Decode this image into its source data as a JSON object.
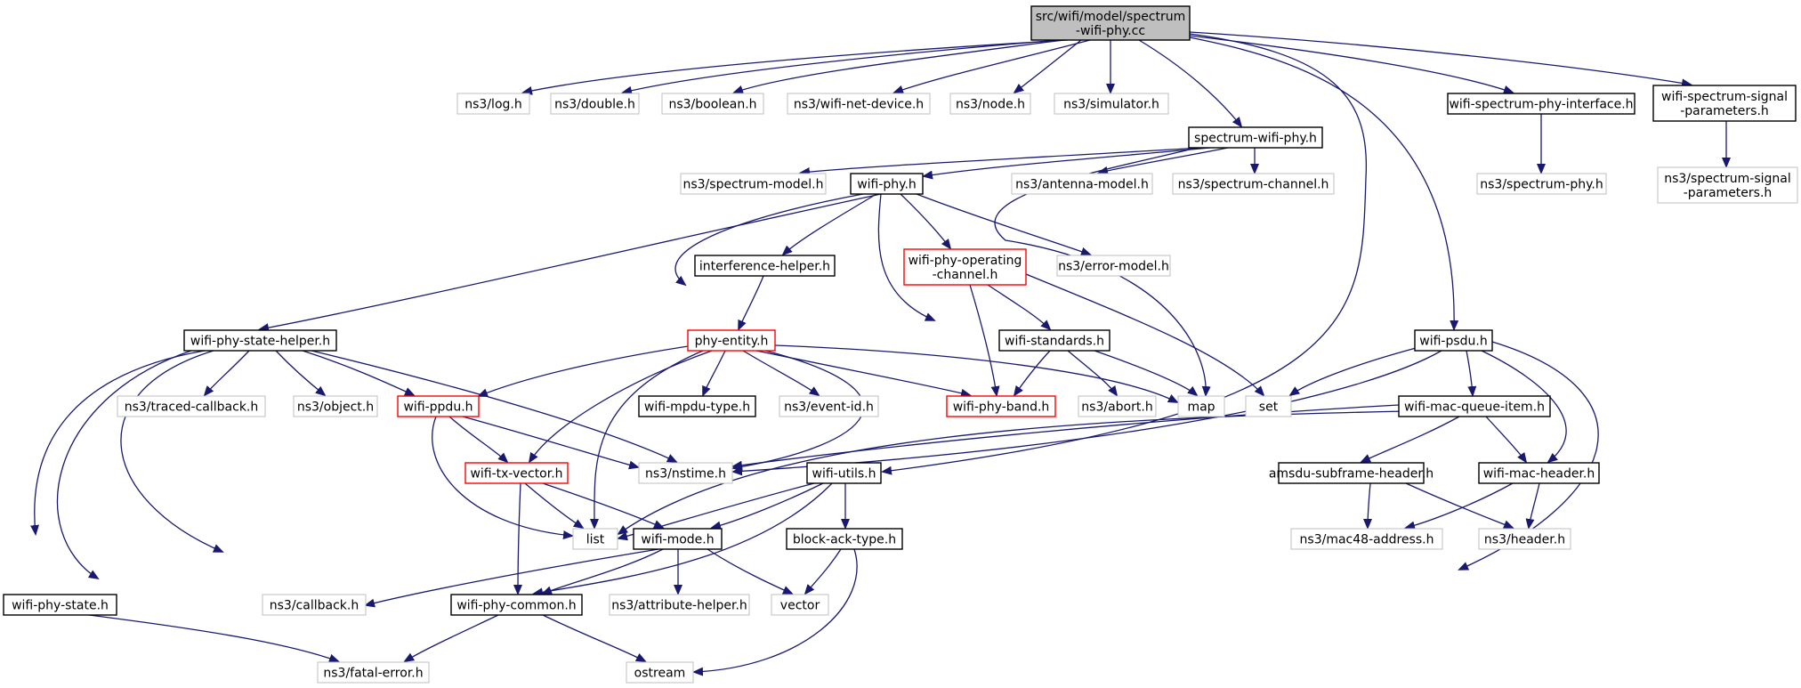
{
  "diagram": {
    "colors": {
      "edge": "#191970",
      "border_normal": "#000000",
      "border_external": "#bfbfbf",
      "border_truncated": "#ff0000",
      "root_fill": "#bfbfbf",
      "fill": "#ffffff"
    },
    "nodes": [
      {
        "id": "root",
        "label": "src/wifi/model/spectrum\n-wifi-phy.cc",
        "style": "root"
      },
      {
        "id": "log",
        "label": "ns3/log.h",
        "style": "external"
      },
      {
        "id": "double",
        "label": "ns3/double.h",
        "style": "external"
      },
      {
        "id": "boolean",
        "label": "ns3/boolean.h",
        "style": "external"
      },
      {
        "id": "netdev",
        "label": "ns3/wifi-net-device.h",
        "style": "external"
      },
      {
        "id": "node",
        "label": "ns3/node.h",
        "style": "external"
      },
      {
        "id": "simulator",
        "label": "ns3/simulator.h",
        "style": "external"
      },
      {
        "id": "swp",
        "label": "spectrum-wifi-phy.h",
        "style": "normal"
      },
      {
        "id": "wspi",
        "label": "wifi-spectrum-phy-interface.h",
        "style": "normal"
      },
      {
        "id": "wssp",
        "label": "wifi-spectrum-signal\n-parameters.h",
        "style": "normal"
      },
      {
        "id": "specmodel",
        "label": "ns3/spectrum-model.h",
        "style": "external"
      },
      {
        "id": "wifiphy",
        "label": "wifi-phy.h",
        "style": "normal"
      },
      {
        "id": "antenna",
        "label": "ns3/antenna-model.h",
        "style": "external"
      },
      {
        "id": "specchan",
        "label": "ns3/spectrum-channel.h",
        "style": "external"
      },
      {
        "id": "specphy",
        "label": "ns3/spectrum-phy.h",
        "style": "external"
      },
      {
        "id": "nsssp",
        "label": "ns3/spectrum-signal\n-parameters.h",
        "style": "external"
      },
      {
        "id": "interf",
        "label": "interference-helper.h",
        "style": "normal"
      },
      {
        "id": "opchan",
        "label": "wifi-phy-operating\n-channel.h",
        "style": "truncated"
      },
      {
        "id": "errmodel",
        "label": "ns3/error-model.h",
        "style": "external"
      },
      {
        "id": "wpsh",
        "label": "wifi-phy-state-helper.h",
        "style": "normal"
      },
      {
        "id": "phyent",
        "label": "phy-entity.h",
        "style": "truncated"
      },
      {
        "id": "standards",
        "label": "wifi-standards.h",
        "style": "normal"
      },
      {
        "id": "psdu",
        "label": "wifi-psdu.h",
        "style": "normal"
      },
      {
        "id": "tracedcb",
        "label": "ns3/traced-callback.h",
        "style": "external"
      },
      {
        "id": "object",
        "label": "ns3/object.h",
        "style": "external"
      },
      {
        "id": "ppdu",
        "label": "wifi-ppdu.h",
        "style": "truncated"
      },
      {
        "id": "mputype",
        "label": "wifi-mpdu-type.h",
        "style": "normal"
      },
      {
        "id": "eventid",
        "label": "ns3/event-id.h",
        "style": "external"
      },
      {
        "id": "phyband",
        "label": "wifi-phy-band.h",
        "style": "truncated"
      },
      {
        "id": "abort",
        "label": "ns3/abort.h",
        "style": "external"
      },
      {
        "id": "map",
        "label": "map",
        "style": "external"
      },
      {
        "id": "set",
        "label": "set",
        "style": "external"
      },
      {
        "id": "mqi",
        "label": "wifi-mac-queue-item.h",
        "style": "normal"
      },
      {
        "id": "txvec",
        "label": "wifi-tx-vector.h",
        "style": "truncated"
      },
      {
        "id": "nstime",
        "label": "ns3/nstime.h",
        "style": "external"
      },
      {
        "id": "utils",
        "label": "wifi-utils.h",
        "style": "normal"
      },
      {
        "id": "amsdu",
        "label": "amsdu-subframe-header.h",
        "style": "normal"
      },
      {
        "id": "machdr",
        "label": "wifi-mac-header.h",
        "style": "normal"
      },
      {
        "id": "list",
        "label": "list",
        "style": "external"
      },
      {
        "id": "mode",
        "label": "wifi-mode.h",
        "style": "normal"
      },
      {
        "id": "blockack",
        "label": "block-ack-type.h",
        "style": "normal"
      },
      {
        "id": "mac48",
        "label": "ns3/mac48-address.h",
        "style": "external"
      },
      {
        "id": "header",
        "label": "ns3/header.h",
        "style": "external"
      },
      {
        "id": "phystate",
        "label": "wifi-phy-state.h",
        "style": "normal"
      },
      {
        "id": "callback",
        "label": "ns3/callback.h",
        "style": "external"
      },
      {
        "id": "common",
        "label": "wifi-phy-common.h",
        "style": "normal"
      },
      {
        "id": "attrhelper",
        "label": "ns3/attribute-helper.h",
        "style": "external"
      },
      {
        "id": "vector",
        "label": "vector",
        "style": "external"
      },
      {
        "id": "fatal",
        "label": "ns3/fatal-error.h",
        "style": "external"
      },
      {
        "id": "ostream",
        "label": "ostream",
        "style": "external"
      }
    ],
    "edges": [
      [
        "root",
        "log"
      ],
      [
        "root",
        "double"
      ],
      [
        "root",
        "boolean"
      ],
      [
        "root",
        "netdev"
      ],
      [
        "root",
        "node"
      ],
      [
        "root",
        "simulator"
      ],
      [
        "root",
        "swp"
      ],
      [
        "root",
        "wspi"
      ],
      [
        "root",
        "wssp"
      ],
      [
        "root",
        "psdu"
      ],
      [
        "root",
        "utils"
      ],
      [
        "swp",
        "specmodel"
      ],
      [
        "swp",
        "wifiphy"
      ],
      [
        "swp",
        "antenna"
      ],
      [
        "swp",
        "specchan"
      ],
      [
        "swp",
        "map"
      ],
      [
        "wspi",
        "specphy"
      ],
      [
        "wssp",
        "nsssp"
      ],
      [
        "wifiphy",
        "wpsh"
      ],
      [
        "wifiphy",
        "interf"
      ],
      [
        "wifiphy",
        "opchan"
      ],
      [
        "wifiphy",
        "errmodel"
      ],
      [
        "wifiphy",
        "phyent"
      ],
      [
        "wifiphy",
        "standards"
      ],
      [
        "interf",
        "phyent"
      ],
      [
        "opchan",
        "phyband"
      ],
      [
        "opchan",
        "standards"
      ],
      [
        "opchan",
        "set"
      ],
      [
        "standards",
        "phyband"
      ],
      [
        "standards",
        "abort"
      ],
      [
        "standards",
        "map"
      ],
      [
        "wpsh",
        "tracedcb"
      ],
      [
        "wpsh",
        "object"
      ],
      [
        "wpsh",
        "ppdu"
      ],
      [
        "wpsh",
        "nstime"
      ],
      [
        "wpsh",
        "phystate"
      ],
      [
        "wpsh",
        "callback"
      ],
      [
        "wpsh",
        "common"
      ],
      [
        "phyent",
        "ppdu"
      ],
      [
        "phyent",
        "mputype"
      ],
      [
        "phyent",
        "eventid"
      ],
      [
        "phyent",
        "phyband"
      ],
      [
        "phyent",
        "map"
      ],
      [
        "phyent",
        "txvec"
      ],
      [
        "phyent",
        "nstime"
      ],
      [
        "phyent",
        "list"
      ],
      [
        "ppdu",
        "txvec"
      ],
      [
        "ppdu",
        "nstime"
      ],
      [
        "ppdu",
        "list"
      ],
      [
        "txvec",
        "list"
      ],
      [
        "txvec",
        "mode"
      ],
      [
        "txvec",
        "common"
      ],
      [
        "psdu",
        "set"
      ],
      [
        "psdu",
        "mqi"
      ],
      [
        "psdu",
        "machdr"
      ],
      [
        "psdu",
        "nstime"
      ],
      [
        "psdu",
        "vector"
      ],
      [
        "mqi",
        "nstime"
      ],
      [
        "mqi",
        "amsdu"
      ],
      [
        "mqi",
        "machdr"
      ],
      [
        "mqi",
        "list"
      ],
      [
        "amsdu",
        "mac48"
      ],
      [
        "amsdu",
        "header"
      ],
      [
        "machdr",
        "mac48"
      ],
      [
        "machdr",
        "header"
      ],
      [
        "utils",
        "list"
      ],
      [
        "utils",
        "mode"
      ],
      [
        "utils",
        "blockack"
      ],
      [
        "utils",
        "common"
      ],
      [
        "mode",
        "callback"
      ],
      [
        "mode",
        "common"
      ],
      [
        "mode",
        "attrhelper"
      ],
      [
        "mode",
        "vector"
      ],
      [
        "blockack",
        "vector"
      ],
      [
        "blockack",
        "ostream"
      ],
      [
        "phystate",
        "fatal"
      ],
      [
        "common",
        "fatal"
      ],
      [
        "common",
        "ostream"
      ]
    ]
  }
}
